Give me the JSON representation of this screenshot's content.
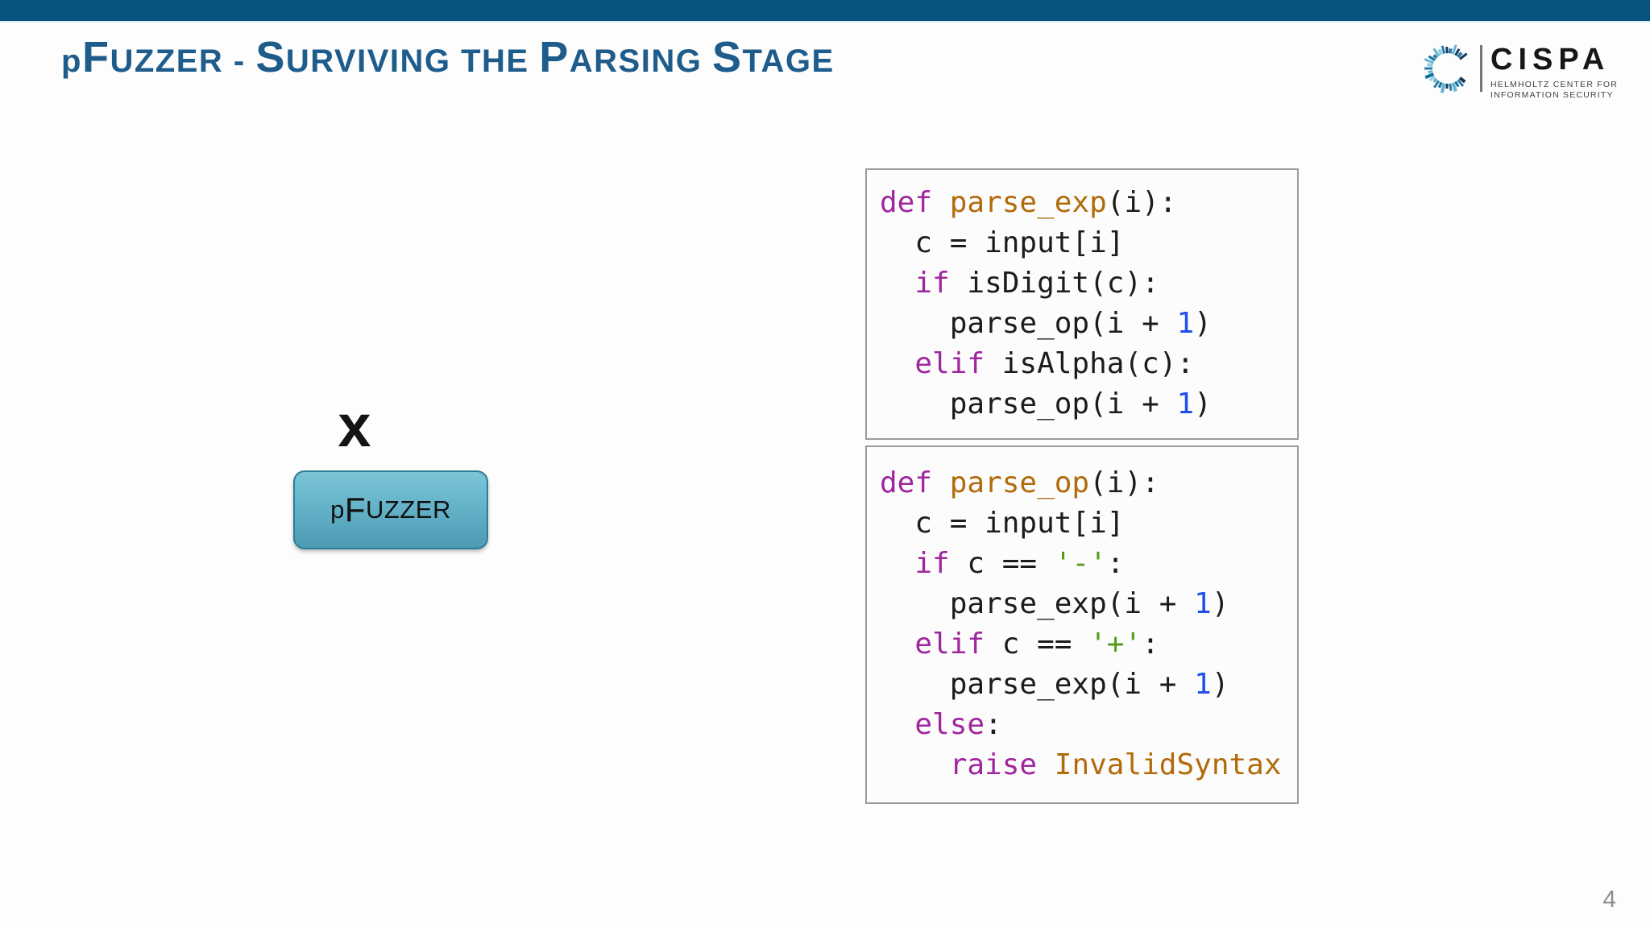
{
  "slide": {
    "title_plain": "pFuzzer - Surviving the Parsing Stage",
    "title_segments": [
      {
        "t": "p",
        "k": "low"
      },
      {
        "t": "F",
        "k": "big"
      },
      {
        "t": "UZZER",
        "k": "small"
      },
      {
        "t": " - ",
        "k": "small"
      },
      {
        "t": "S",
        "k": "big"
      },
      {
        "t": "URVIVING",
        "k": "small"
      },
      {
        "t": " ",
        "k": "small"
      },
      {
        "t": "THE",
        "k": "small"
      },
      {
        "t": " ",
        "k": "small"
      },
      {
        "t": "P",
        "k": "big"
      },
      {
        "t": "ARSING",
        "k": "small"
      },
      {
        "t": " ",
        "k": "small"
      },
      {
        "t": "S",
        "k": "big"
      },
      {
        "t": "TAGE",
        "k": "small"
      }
    ]
  },
  "logo": {
    "brand": "CISPA",
    "subtitle_line1": "HELMHOLTZ CENTER FOR",
    "subtitle_line2": "INFORMATION SECURITY"
  },
  "diagram": {
    "input_char": "x",
    "button_label": "pFuzzer",
    "button_segments": [
      {
        "t": "p",
        "k": "low"
      },
      {
        "t": "F",
        "k": "big"
      },
      {
        "t": "UZZER",
        "k": "small"
      }
    ]
  },
  "code": {
    "parse_exp": {
      "lines": [
        [
          [
            "k",
            "def"
          ],
          [
            "p",
            " "
          ],
          [
            "n",
            "parse_exp"
          ],
          [
            "p",
            "(i):"
          ]
        ],
        [
          [
            "p",
            "  c = input[i]"
          ]
        ],
        [
          [
            "p",
            "  "
          ],
          [
            "k",
            "if"
          ],
          [
            "p",
            " isDigit(c):"
          ]
        ],
        [
          [
            "p",
            "    parse_op(i + "
          ],
          [
            "d",
            "1"
          ],
          [
            "p",
            ")"
          ]
        ],
        [
          [
            "p",
            "  "
          ],
          [
            "k",
            "elif"
          ],
          [
            "p",
            " isAlpha(c):"
          ]
        ],
        [
          [
            "p",
            "    parse_op(i + "
          ],
          [
            "d",
            "1"
          ],
          [
            "p",
            ")"
          ]
        ]
      ]
    },
    "parse_op": {
      "lines": [
        [
          [
            "k",
            "def"
          ],
          [
            "p",
            " "
          ],
          [
            "n",
            "parse_op"
          ],
          [
            "p",
            "(i):"
          ]
        ],
        [
          [
            "p",
            "  c = input[i]"
          ]
        ],
        [
          [
            "p",
            "  "
          ],
          [
            "k",
            "if"
          ],
          [
            "p",
            " c == "
          ],
          [
            "s",
            "'-'"
          ],
          [
            "p",
            ":"
          ]
        ],
        [
          [
            "p",
            "    parse_exp(i + "
          ],
          [
            "d",
            "1"
          ],
          [
            "p",
            ")"
          ]
        ],
        [
          [
            "p",
            "  "
          ],
          [
            "k",
            "elif"
          ],
          [
            "p",
            " c == "
          ],
          [
            "s",
            "'+'"
          ],
          [
            "p",
            ":"
          ]
        ],
        [
          [
            "p",
            "    parse_exp(i + "
          ],
          [
            "d",
            "1"
          ],
          [
            "p",
            ")"
          ]
        ],
        [
          [
            "p",
            "  "
          ],
          [
            "k",
            "else"
          ],
          [
            "p",
            ":"
          ]
        ],
        [
          [
            "p",
            "    "
          ],
          [
            "k",
            "raise"
          ],
          [
            "p",
            " "
          ],
          [
            "n",
            "InvalidSyntax"
          ]
        ]
      ]
    }
  },
  "footer": {
    "page_number": "4"
  },
  "colors": {
    "top_bar": "#075480",
    "title": "#1e5c8c",
    "button_border": "#2e7d96",
    "button_fill_top": "#7cc5d8",
    "button_fill_bottom": "#4c9ab3",
    "code_keyword": "#a026a0",
    "code_name": "#b16b0b",
    "code_string": "#569a16",
    "code_number": "#2050e8",
    "page_number": "#8e8e8e",
    "logo_palette": [
      "#14395a",
      "#2d7ca6",
      "#62b3d2",
      "#93cfe3",
      "#0f6e9a"
    ]
  }
}
